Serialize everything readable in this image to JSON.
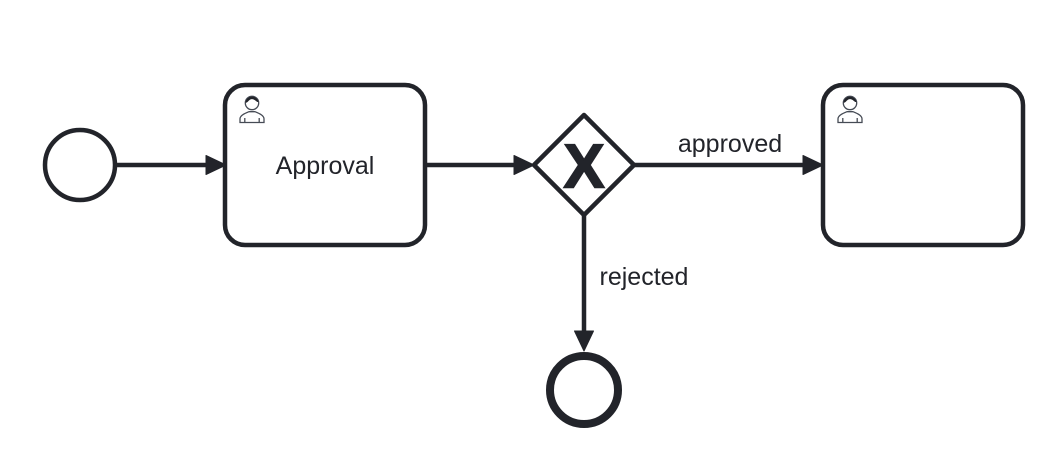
{
  "canvas": {
    "kind": "bpmn-process-diagram",
    "background": "#ffffff"
  },
  "colors": {
    "stroke": "#22242a",
    "shape_fill": "#ffffff",
    "label": "#22242a"
  },
  "diagram": {
    "type": "bpmn-process",
    "nodes": [
      {
        "id": "start-event",
        "kind": "start-event",
        "label": ""
      },
      {
        "id": "approval-task",
        "kind": "user-task",
        "label": "Approval",
        "icon": "user-icon"
      },
      {
        "id": "decision-gateway",
        "kind": "exclusive-gateway",
        "marker": "X"
      },
      {
        "id": "approved-task",
        "kind": "user-task",
        "label": "",
        "icon": "user-icon"
      },
      {
        "id": "end-event",
        "kind": "end-event",
        "label": ""
      }
    ],
    "flows": [
      {
        "id": "flow-start-to-approval",
        "from": "start-event",
        "to": "approval-task",
        "label": ""
      },
      {
        "id": "flow-approval-to-gateway",
        "from": "approval-task",
        "to": "decision-gateway",
        "label": ""
      },
      {
        "id": "flow-approved",
        "from": "decision-gateway",
        "to": "approved-task",
        "label": "approved"
      },
      {
        "id": "flow-rejected",
        "from": "decision-gateway",
        "to": "end-event",
        "label": "rejected"
      }
    ]
  }
}
